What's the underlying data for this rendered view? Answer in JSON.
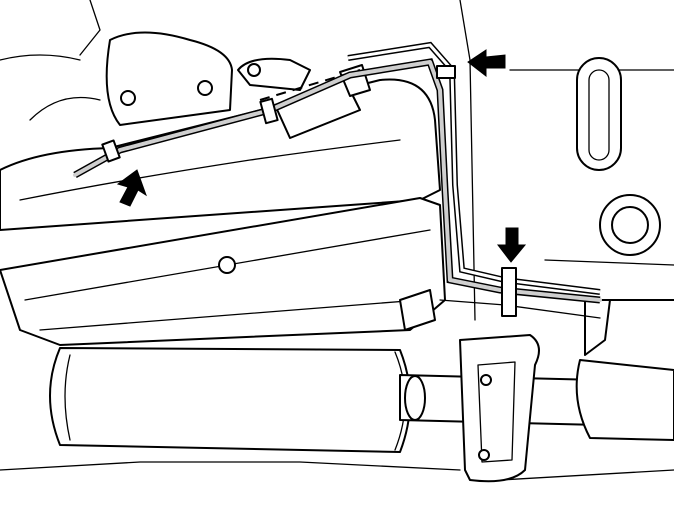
{
  "figure": {
    "callout_arrows": [
      {
        "name": "arrow-left-clip",
        "color": "#000000"
      },
      {
        "name": "arrow-upper-right-clip",
        "color": "#000000"
      },
      {
        "name": "arrow-lower-clip",
        "color": "#000000"
      }
    ],
    "colors": {
      "line": "#000000",
      "background": "#ffffff",
      "line_shading": "#cfcfcf"
    }
  }
}
